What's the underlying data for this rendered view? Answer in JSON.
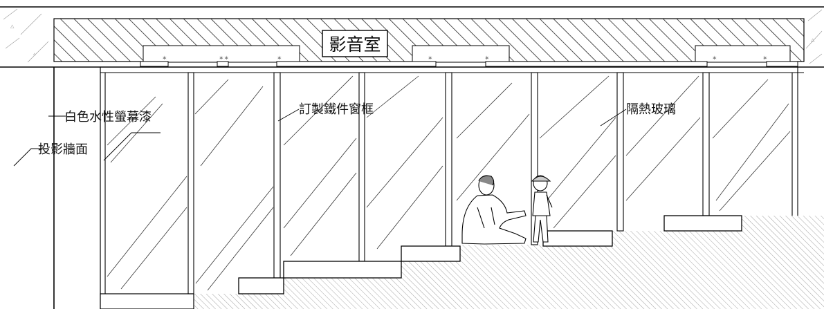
{
  "title": "影音室",
  "labels": {
    "screen_paint": "白色水性螢幕漆",
    "projection_wall": "投影牆面",
    "window_frame": "訂製鐵件窗框",
    "glass": "隔熱玻璃"
  },
  "colors": {
    "line": "#000000",
    "background": "#ffffff",
    "hatch": "#555555"
  },
  "icons": [
    "ceiling-spotlight-icon",
    "adult-figure-icon",
    "child-figure-icon"
  ]
}
